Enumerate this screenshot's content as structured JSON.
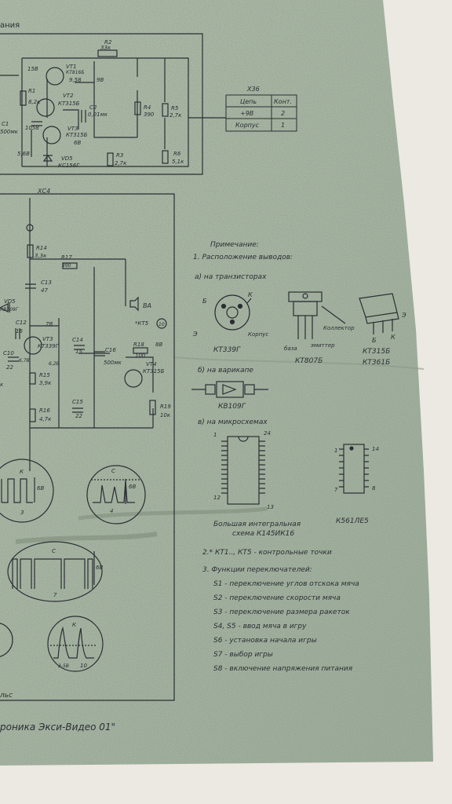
{
  "header": {
    "title_fragment": "ания"
  },
  "upper_block": {
    "resistors": {
      "r1": "R1",
      "r1_val": "8,2к",
      "r2": "R2",
      "r2_val": "33к",
      "r3": "R3",
      "r3_val": "2,7к",
      "r4": "R4",
      "r4_val": "390",
      "r5": "R5",
      "r5_val": "2,7к",
      "r6": "R6",
      "r6_val": "5,1к"
    },
    "transistors": {
      "vt1": "VT1",
      "vt1_type": "КТ816Б",
      "vt2": "VT2",
      "vt2_type": "КТ315Б",
      "vt3": "VT3",
      "vt3_type": "КТ315Б"
    },
    "capacitors": {
      "c1": "С1",
      "c1_val": "500мк",
      "c2": "С2",
      "c2_val": "0,01мк"
    },
    "zener": {
      "label": "VD5",
      "type": "КС156Г"
    },
    "voltages": {
      "v15": "15В",
      "v958": "9,58",
      "v9": "9В",
      "v1058": "1058",
      "v68": "6В",
      "v56": "5,6В"
    }
  },
  "connector_x36": {
    "label": "Х36",
    "headers": [
      "Цепь",
      "Конт."
    ],
    "rows": [
      [
        "+9В",
        "2"
      ],
      [
        "Корпус",
        "1"
      ]
    ]
  },
  "lower_block": {
    "xc4": "ХС4",
    "r14": "R14",
    "r14_val": "3,3к",
    "r17": "R17",
    "r17_val": "390",
    "c13": "С13",
    "c13_val": "47",
    "vd5": "VD5",
    "vd5_type": "КВ109Г",
    "c12": "С12",
    "c12_val": "16",
    "v78": "7В",
    "vt3": "VT3",
    "vt3_type": "КТ339Г",
    "c10": "С10",
    "c10_val": "22",
    "v67": "6,7В",
    "v62": "6,2В",
    "c14": "С14",
    "c14_val": "15",
    "r15": "R15",
    "r15_val": "3,9к",
    "r16": "R16",
    "r16_val": "4,7к",
    "c15": "С15",
    "c15_val": "22",
    "ba": "ВА",
    "kt5": "*КТ5",
    "kt5_num": "10",
    "c16": "С16",
    "c16_val": "500мк",
    "r18": "R18",
    "r18_val": "100",
    "v8": "8В",
    "vt4": "VT4",
    "vt4_type": "КТ315Б",
    "r19": "R19",
    "r19_val": "10к",
    "left_k": "к"
  },
  "notes": {
    "title": "Примечание:",
    "item1": "1. Расположение выводов:",
    "a_transistors": "а) на транзисторах",
    "label_b": "Б",
    "label_k": "К",
    "label_e": "Э",
    "label_case": "Корпус",
    "kt339g": "КТ339Г",
    "label_collector": "Коллектор",
    "label_base": "база",
    "label_emitter": "эмиттер",
    "kt807b": "КТ807Б",
    "kt315b": "КТ315Б",
    "kt361b": "КТ361Б",
    "label_b2": "Б",
    "label_k2": "К",
    "label_e2": "Э",
    "b_varicap": "б) на варикапе",
    "kv109g": "КВ109Г",
    "c_micro": "в) на микросхемах",
    "pin1": "1",
    "pin24": "24",
    "pin12": "12",
    "pin13": "13",
    "pin1b": "1",
    "pin14": "14",
    "pin7": "7",
    "pin8": "8",
    "lsi_1": "Большая интегральная",
    "lsi_2": "схема К145ИК16",
    "k561": "К561ЛЕ5",
    "item2": "2.* КТ1.., КТ5 - контрольные точки",
    "item3": "3. Функции переключателей:",
    "s1": "S1 - переключение углов отскока мяча",
    "s2": "S2 - переключение скорости мяча",
    "s3": "S3 - переключение размера ракеток",
    "s45": "S4, S5 - ввод мяча в игру",
    "s6": "S6 - установка начала игры",
    "s7": "S7 - выбор игры",
    "s8": "S8 - включение напряжения питания"
  },
  "waveforms": {
    "w3_k": "К",
    "w3_v": "6В",
    "w3_num": "3",
    "w4_c": "С",
    "w4_v": "6В",
    "w4_num": "4",
    "w7_c": "С",
    "w7_v": "6В",
    "w7_num": "7",
    "w10_k": "К",
    "w10_num": "10",
    "w10_range": "3-5В"
  },
  "footer": {
    "pulse_fragment": "льс",
    "title_fragment": "роника Экси-Видео 01\""
  },
  "colors": {
    "paper": "#a9b8a5",
    "ink": "#2a2f33",
    "wall": "#ece8e2"
  }
}
